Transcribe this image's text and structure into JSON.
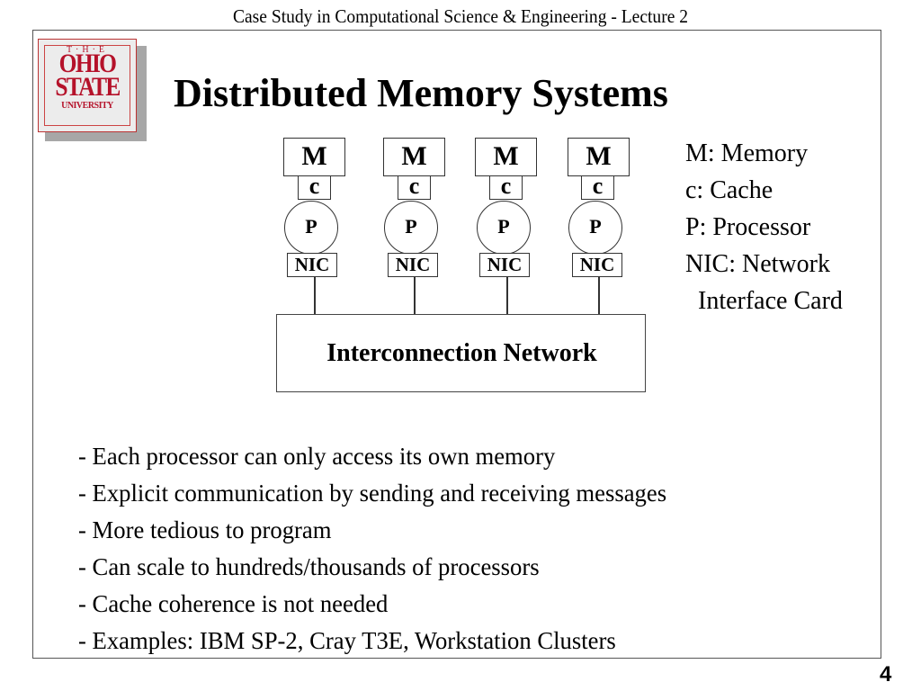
{
  "header": {
    "title": "Case Study in Computational Science & Engineering - Lecture 2"
  },
  "logo": {
    "line1": "T·H·E",
    "line2": "OHIO",
    "line3": "STATE",
    "line4": "UNIVERSITY",
    "icon": "ohio-state-university-logo",
    "color": "#b5122a"
  },
  "slide": {
    "title": "Distributed Memory Systems",
    "page_number": "4"
  },
  "diagram": {
    "nodes": [
      {
        "memory": "M",
        "cache": "c",
        "processor": "P",
        "nic": "NIC"
      },
      {
        "memory": "M",
        "cache": "c",
        "processor": "P",
        "nic": "NIC"
      },
      {
        "memory": "M",
        "cache": "c",
        "processor": "P",
        "nic": "NIC"
      },
      {
        "memory": "M",
        "cache": "c",
        "processor": "P",
        "nic": "NIC"
      }
    ],
    "network_label": "Interconnection Network"
  },
  "legend": {
    "lines": [
      "M: Memory",
      "c: Cache",
      "P: Processor",
      "NIC: Network",
      "  Interface Card"
    ]
  },
  "bullets": [
    "- Each processor can only access its own memory",
    "- Explicit communication by sending and receiving messages",
    "- More tedious to program",
    "- Can scale to hundreds/thousands of processors",
    "- Cache coherence is not needed",
    "- Examples: IBM SP-2, Cray T3E, Workstation Clusters"
  ]
}
